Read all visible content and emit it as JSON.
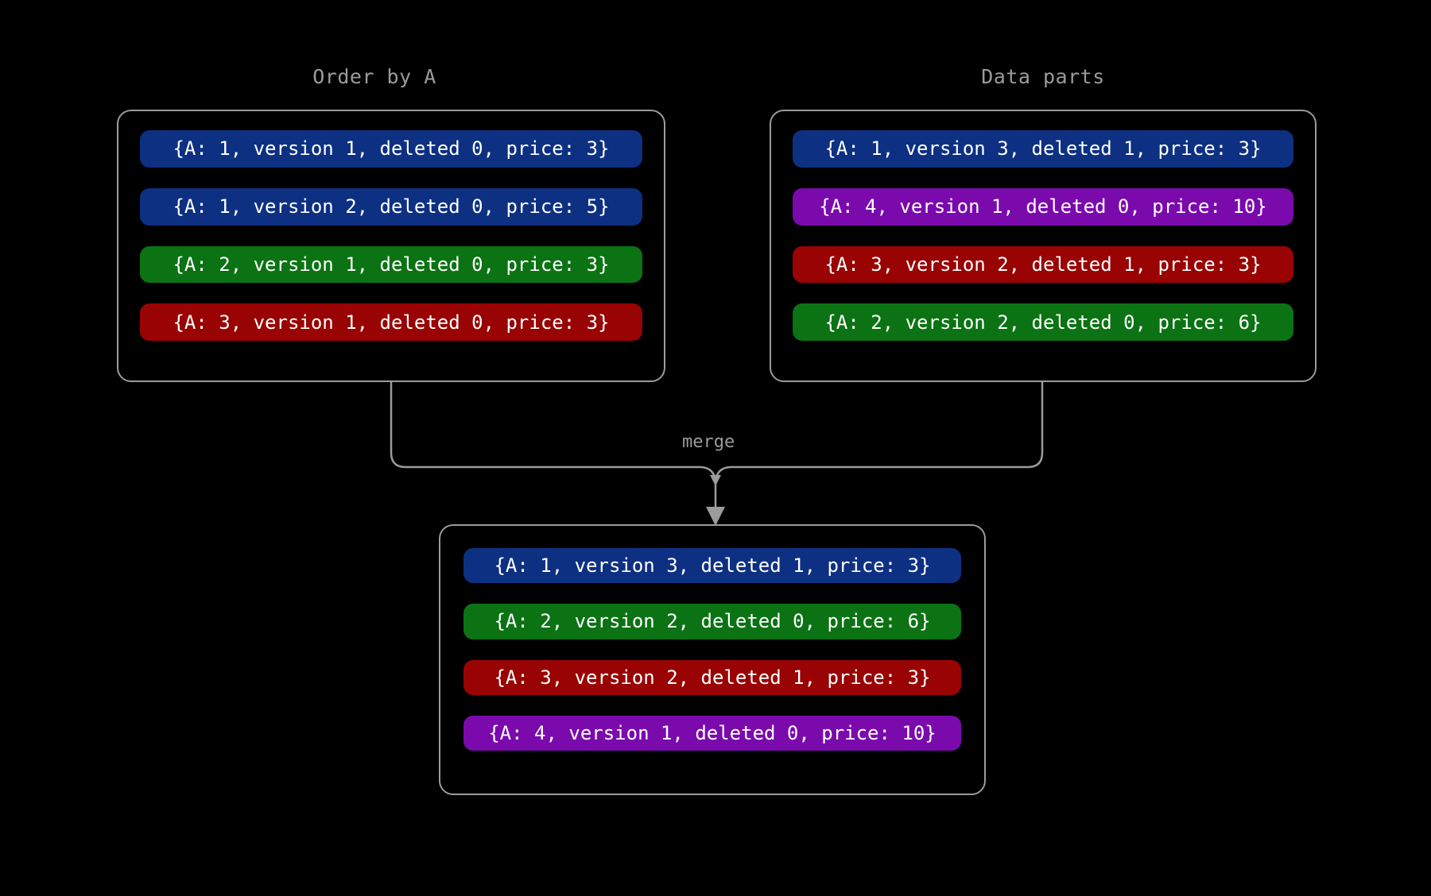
{
  "canvas": {
    "background": "#000000",
    "line_color": "#9b9b9b",
    "text_color": "#ffffff"
  },
  "palette": {
    "blue": "#0d3082",
    "green": "#0b7313",
    "red": "#990303",
    "purple": "#7b0aad"
  },
  "groups": {
    "order_by": {
      "title": "Order by A",
      "rows": [
        {
          "label": "{A: 1, version 1, deleted 0, price: 3}",
          "color": "blue",
          "A": 1,
          "version": 1,
          "deleted": 0,
          "price": 3
        },
        {
          "label": "{A: 1, version 2, deleted 0, price: 5}",
          "color": "blue",
          "A": 1,
          "version": 2,
          "deleted": 0,
          "price": 5
        },
        {
          "label": "{A: 2, version 1, deleted 0, price: 3}",
          "color": "green",
          "A": 2,
          "version": 1,
          "deleted": 0,
          "price": 3
        },
        {
          "label": "{A: 3, version 1, deleted 0, price: 3}",
          "color": "red",
          "A": 3,
          "version": 1,
          "deleted": 0,
          "price": 3
        }
      ]
    },
    "data_parts": {
      "title": "Data parts",
      "rows": [
        {
          "label": "{A: 1, version 3, deleted 1, price: 3}",
          "color": "blue",
          "A": 1,
          "version": 3,
          "deleted": 1,
          "price": 3
        },
        {
          "label": "{A: 4, version 1, deleted 0, price: 10}",
          "color": "purple",
          "A": 4,
          "version": 1,
          "deleted": 0,
          "price": 10
        },
        {
          "label": "{A: 3, version 2, deleted 1, price: 3}",
          "color": "red",
          "A": 3,
          "version": 2,
          "deleted": 1,
          "price": 3
        },
        {
          "label": "{A: 2, version 2, deleted 0, price: 6}",
          "color": "green",
          "A": 2,
          "version": 2,
          "deleted": 0,
          "price": 6
        }
      ]
    },
    "merged": {
      "title": "",
      "rows": [
        {
          "label": "{A: 1, version 3, deleted 1, price: 3}",
          "color": "blue",
          "A": 1,
          "version": 3,
          "deleted": 1,
          "price": 3
        },
        {
          "label": "{A: 2, version 2, deleted 0, price: 6}",
          "color": "green",
          "A": 2,
          "version": 2,
          "deleted": 0,
          "price": 6
        },
        {
          "label": "{A: 3, version 2, deleted 1, price: 3}",
          "color": "red",
          "A": 3,
          "version": 2,
          "deleted": 1,
          "price": 3
        },
        {
          "label": "{A: 4, version 1, deleted 0, price: 10}",
          "color": "purple",
          "A": 4,
          "version": 1,
          "deleted": 0,
          "price": 10
        }
      ]
    }
  },
  "connector": {
    "label": "merge",
    "arrow": "down-arrow"
  }
}
